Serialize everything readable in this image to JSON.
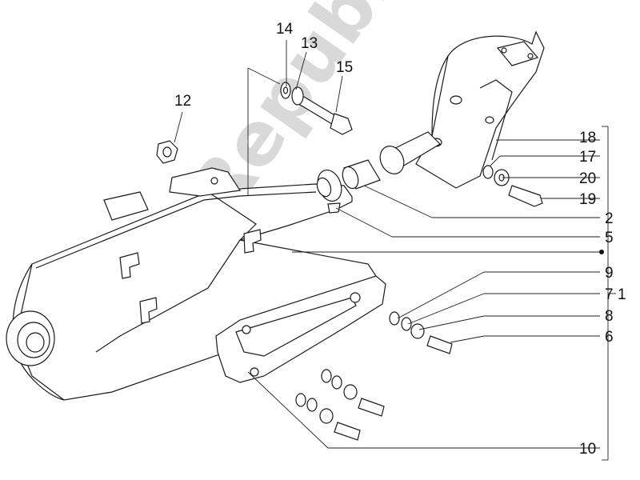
{
  "watermark": "PartsRepublik",
  "callouts": [
    {
      "id": "c1",
      "label": "1"
    },
    {
      "id": "c2",
      "label": "2"
    },
    {
      "id": "c5",
      "label": "5"
    },
    {
      "id": "c6",
      "label": "6"
    },
    {
      "id": "c7",
      "label": "7"
    },
    {
      "id": "c8",
      "label": "8"
    },
    {
      "id": "c9",
      "label": "9"
    },
    {
      "id": "c10",
      "label": "10"
    },
    {
      "id": "c12",
      "label": "12"
    },
    {
      "id": "c13",
      "label": "13"
    },
    {
      "id": "c14",
      "label": "14"
    },
    {
      "id": "c15",
      "label": "15"
    },
    {
      "id": "c17",
      "label": "17"
    },
    {
      "id": "c18",
      "label": "18"
    },
    {
      "id": "c19",
      "label": "19"
    },
    {
      "id": "c20",
      "label": "20"
    }
  ]
}
